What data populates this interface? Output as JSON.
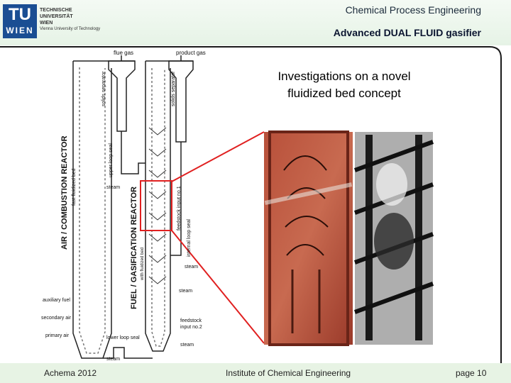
{
  "header": {
    "logo_tu": "TU",
    "logo_wien": "WIEN",
    "logo_lines": [
      "TECHNISCHE",
      "UNIVERSITÄT",
      "WIEN"
    ],
    "logo_tagline": "Vienna University of Technology",
    "department": "Chemical Process Engineering",
    "subtitle": "Advanced DUAL FLUID gasifier"
  },
  "slide": {
    "title_line1": "Investigations on a novel",
    "title_line2": "fluidized bed concept"
  },
  "diagram": {
    "flue_gas": "flue gas",
    "product_gas": "product gas",
    "solids_separator": "solids separator",
    "air_reactor": "AIR / COMBUSTION REACTOR",
    "air_reactor_sub": "fast fluidized bed",
    "upper_loop_seal": "upper loop seal",
    "steam": "steam",
    "fuel_reactor": "FUEL / GASIFICATION REACTOR",
    "fuel_reactor_sub": "with fluidized bed",
    "feedstock_1": "feedstock input no.1",
    "internal_loop_seal": "internal loop seal",
    "auxiliary_fuel": "auxiliary fuel",
    "secondary_air": "secondary air",
    "primary_air": "primary air",
    "lower_loop_seal": "lower loop seal",
    "feedstock_2_line1": "feedstock",
    "feedstock_2_line2": "input no.2"
  },
  "footer": {
    "left": "Achema 2012",
    "center": "Institute of Chemical Engineering",
    "right": "page 10"
  },
  "colors": {
    "logo_blue": "#1a4e93",
    "highlight_red": "#e02020",
    "header_bg": "#e6f3e6"
  }
}
